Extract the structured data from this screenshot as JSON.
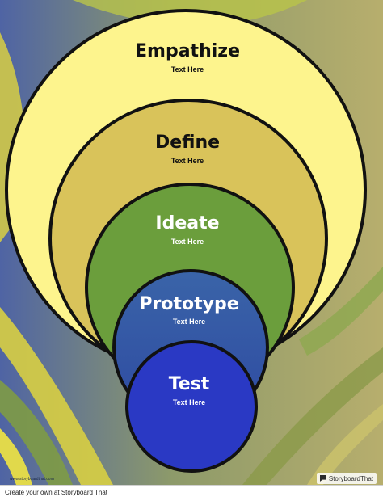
{
  "stages": [
    {
      "title": "Empathize",
      "subtitle": "Text Here",
      "fill": "#fdf48d"
    },
    {
      "title": "Define",
      "subtitle": "Text Here",
      "fill": "#d9c35a"
    },
    {
      "title": "Ideate",
      "subtitle": "Text Here",
      "fill": "#6b9e3c"
    },
    {
      "title": "Prototype",
      "subtitle": "Text Here",
      "fill": "#3f5a9e"
    },
    {
      "title": "Test",
      "subtitle": "Text Here",
      "fill": "#2a39c4"
    }
  ],
  "colors": {
    "background": "#9a9a6c",
    "stripe_blue": "#4d63a3",
    "stripe_yellow": "#d8cf43",
    "stripe_green": "#7e9b45",
    "outline": "#111111",
    "dark_text": "#111111",
    "light_text": "#ffffff"
  },
  "watermark": {
    "url": "www.storyboardthat.com",
    "brand": "StoryboardThat"
  },
  "footer": {
    "text": "Create your own at Storyboard That"
  }
}
